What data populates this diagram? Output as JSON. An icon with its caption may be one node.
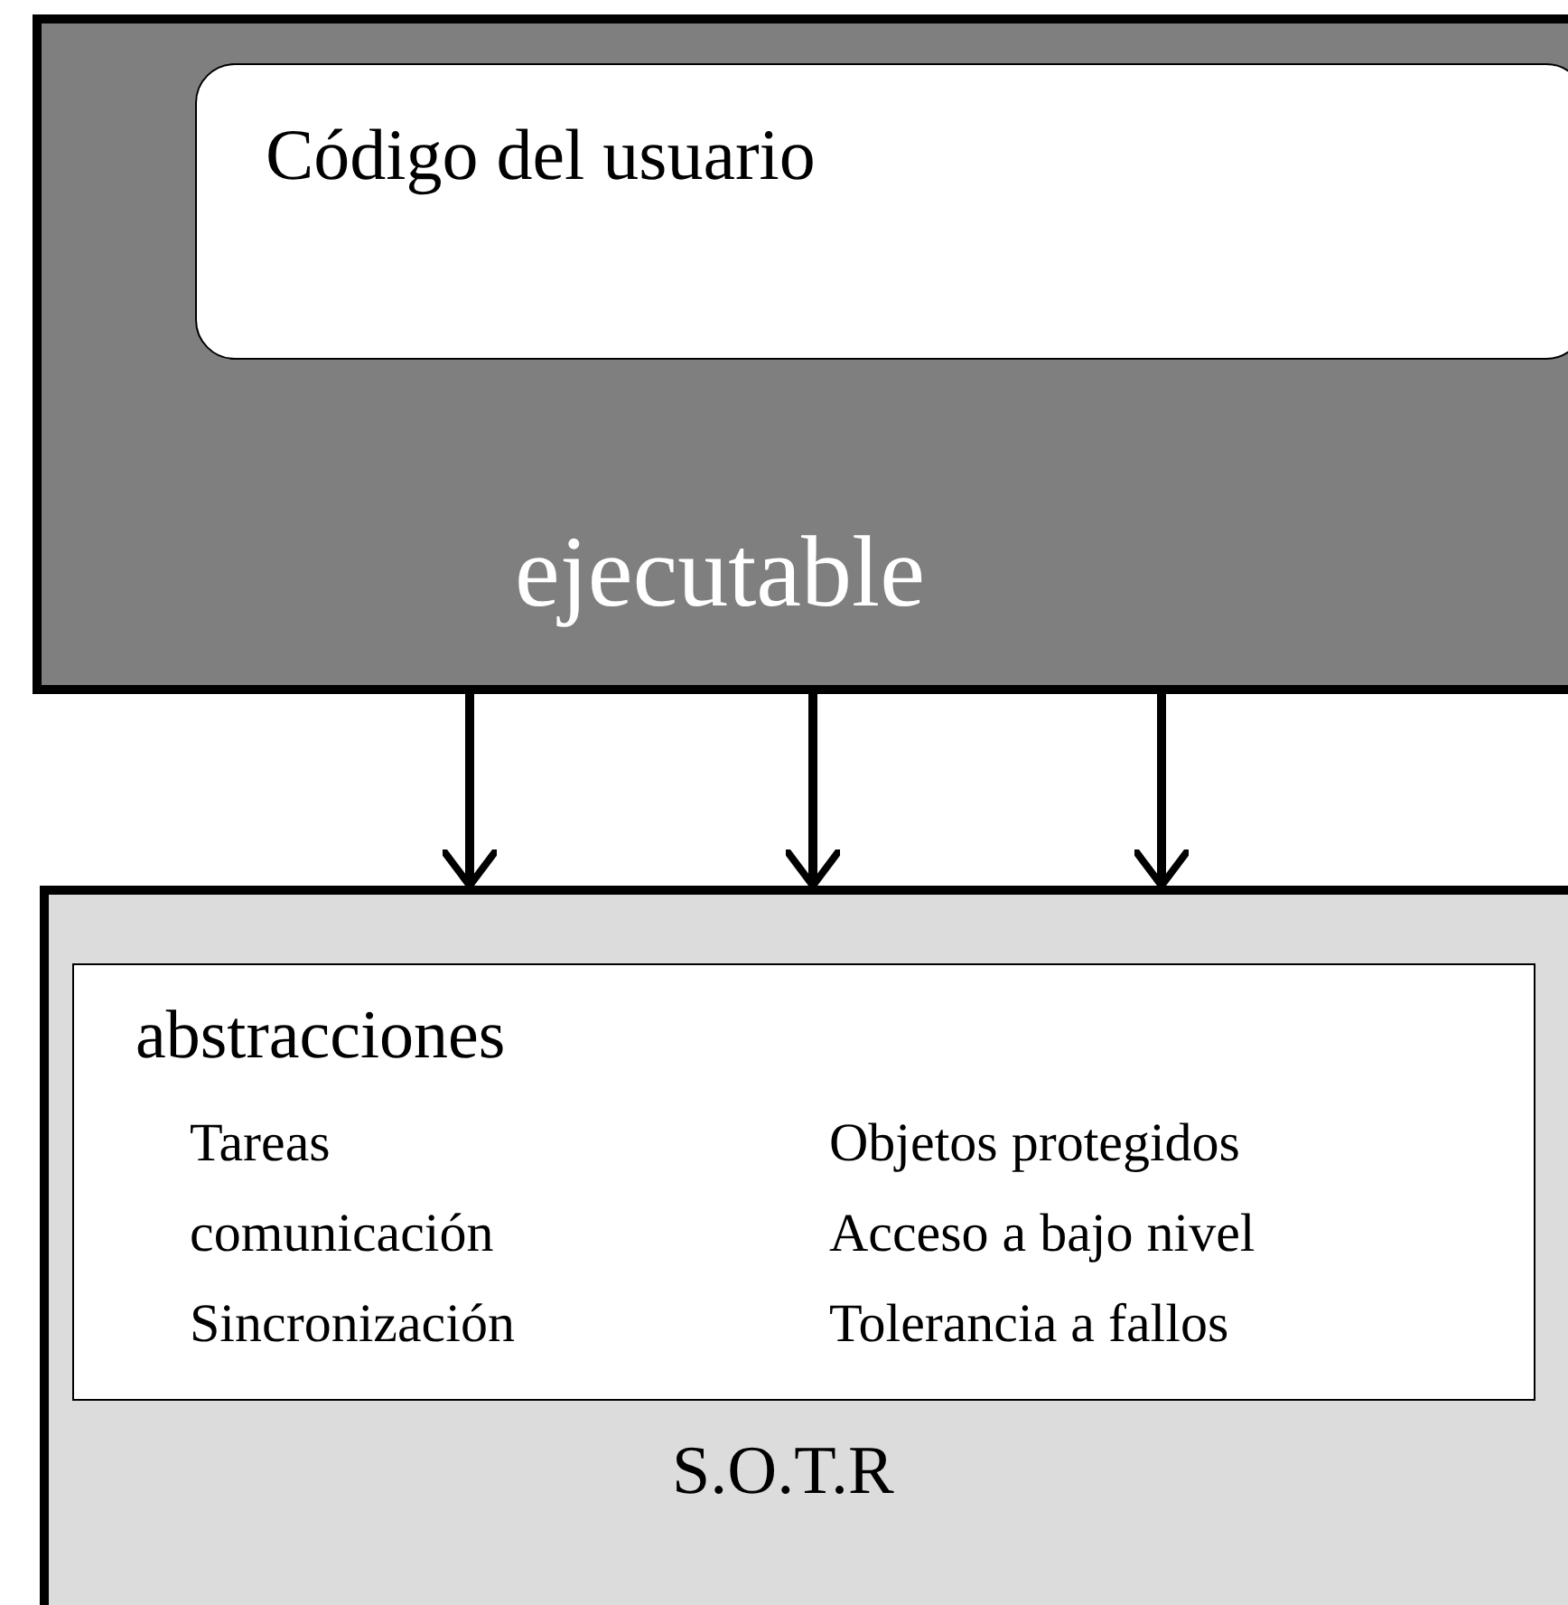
{
  "diagram": {
    "nodes": [
      {
        "text": [
          "ejecutable"
        ]
      },
      {
        "text": [
          "Código del usuario"
        ],
        "in": 0
      },
      {
        "text": [
          "S.O.T.R"
        ]
      },
      {
        "text": [
          "abstracciones",
          "Tareas",
          "comunicación",
          "Sincronización",
          "Objetos protegidos",
          "Acceso a bajo nivel",
          "Tolerancia a fallos"
        ],
        "in": 2
      }
    ],
    "edges": [
      {
        "from": 0,
        "to": 2,
        "arrow": "to"
      },
      {
        "from": 0,
        "to": 2,
        "arrow": "to"
      },
      {
        "from": 0,
        "to": 2,
        "arrow": "to"
      }
    ]
  }
}
